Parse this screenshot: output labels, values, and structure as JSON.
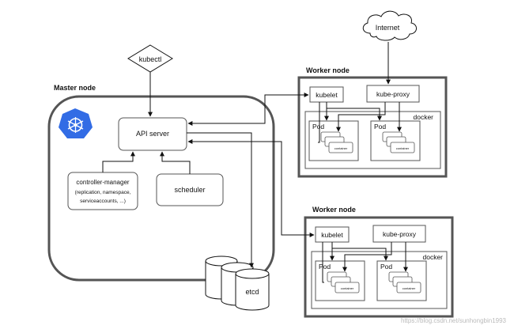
{
  "internet": {
    "label": "Internet"
  },
  "kubectl": {
    "label": "kubectl"
  },
  "master": {
    "title": "Master node",
    "api_server": "API server",
    "controller_manager": {
      "line1": "controller-manager",
      "line2": "(replication, namespace,",
      "line3": "serviceaccounts, ...)"
    },
    "scheduler": "scheduler",
    "etcd": "etcd"
  },
  "workers": [
    {
      "title": "Worker node",
      "kubelet": "kubelet",
      "kube_proxy": "kube-proxy",
      "docker": "docker",
      "pod_label": "Pod",
      "container_label": "container"
    },
    {
      "title": "Worker node",
      "kubelet": "kubelet",
      "kube_proxy": "kube-proxy",
      "docker": "docker",
      "pod_label": "Pod",
      "container_label": "container"
    }
  ],
  "watermark": "https://blog.csdn.net/sunhongbin1993",
  "colors": {
    "k8s_logo": "#326ce5",
    "line": "#111111",
    "box_border": "#555555"
  }
}
